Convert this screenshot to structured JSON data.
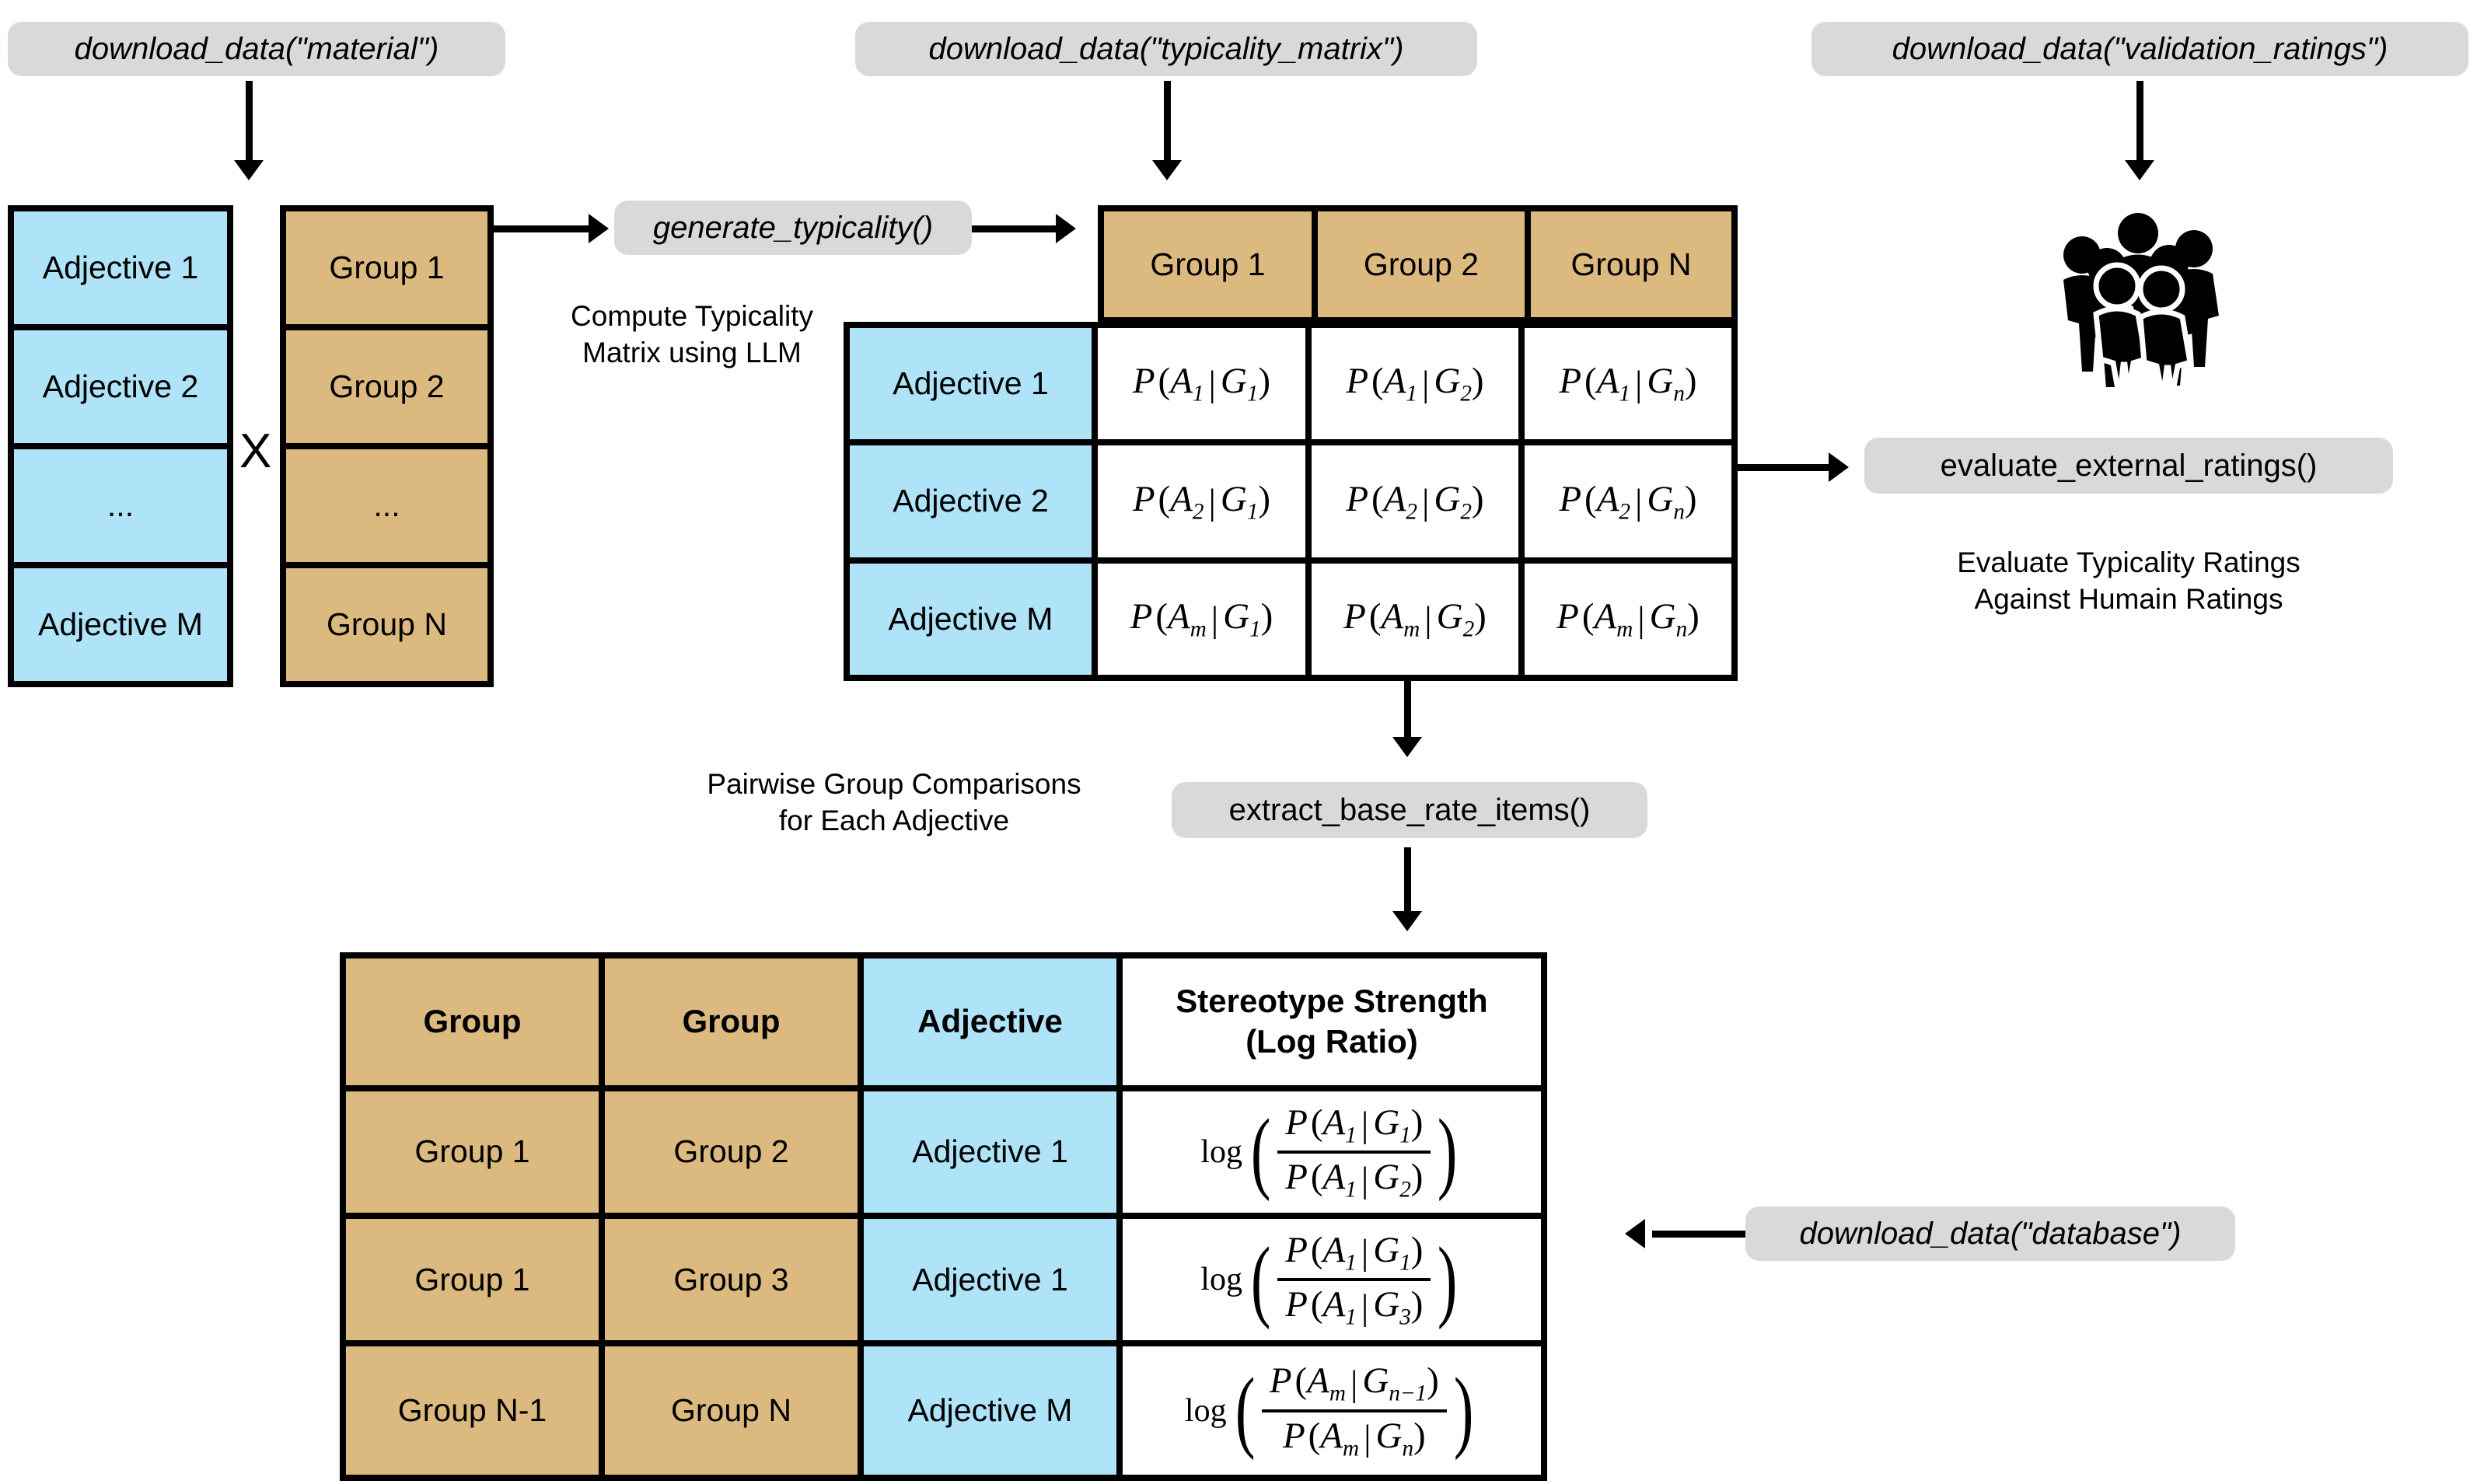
{
  "functions": {
    "download_material": "download_data(\"material\")",
    "download_typicality_matrix": "download_data(\"typicality_matrix\")",
    "download_validation_ratings": "download_data(\"validation_ratings\")",
    "download_database": "download_data(\"database\")",
    "generate_typicality": "generate_typicality()",
    "evaluate_external_ratings": "evaluate_external_ratings()",
    "extract_base_rate_items": "extract_base_rate_items()"
  },
  "captions": {
    "compute_typicality": "Compute Typicality\nMatrix using LLM",
    "evaluate_humans": "Evaluate Typicality Ratings\nAgainst Humain Ratings",
    "pairwise": "Pairwise Group Comparisons\nfor Each Adjective"
  },
  "adjective_stack": {
    "items": [
      "Adjective 1",
      "Adjective 2",
      "...",
      "Adjective M"
    ]
  },
  "group_stack": {
    "items": [
      "Group 1",
      "Group 2",
      "...",
      "Group N"
    ]
  },
  "cross_symbol": "X",
  "typicality_matrix": {
    "column_headers": [
      "Group 1",
      "Group 2",
      "Group N"
    ],
    "row_labels": [
      "Adjective 1",
      "Adjective 2",
      "Adjective M"
    ],
    "cells": [
      [
        {
          "a": "A",
          "asub": "1",
          "g": "G",
          "gsub": "1"
        },
        {
          "a": "A",
          "asub": "1",
          "g": "G",
          "gsub": "2"
        },
        {
          "a": "A",
          "asub": "1",
          "g": "G",
          "gsub": "n"
        }
      ],
      [
        {
          "a": "A",
          "asub": "2",
          "g": "G",
          "gsub": "1"
        },
        {
          "a": "A",
          "asub": "2",
          "g": "G",
          "gsub": "2"
        },
        {
          "a": "A",
          "asub": "2",
          "g": "G",
          "gsub": "n"
        }
      ],
      [
        {
          "a": "A",
          "asub": "m",
          "g": "G",
          "gsub": "1"
        },
        {
          "a": "A",
          "asub": "m",
          "g": "G",
          "gsub": "2"
        },
        {
          "a": "A",
          "asub": "m",
          "g": "G",
          "gsub": "n"
        }
      ]
    ]
  },
  "result_table": {
    "headers": [
      "Group",
      "Group",
      "Adjective",
      "Stereotype Strength\n(Log Ratio)"
    ],
    "rows": [
      {
        "group_a": "Group 1",
        "group_b": "Group 2",
        "adjective": "Adjective 1",
        "formula": {
          "log": "log",
          "num": {
            "a": "A",
            "asub": "1",
            "g": "G",
            "gsub": "1"
          },
          "den": {
            "a": "A",
            "asub": "1",
            "g": "G",
            "gsub": "2"
          }
        }
      },
      {
        "group_a": "Group 1",
        "group_b": "Group 3",
        "adjective": "Adjective 1",
        "formula": {
          "log": "log",
          "num": {
            "a": "A",
            "asub": "1",
            "g": "G",
            "gsub": "1"
          },
          "den": {
            "a": "A",
            "asub": "1",
            "g": "G",
            "gsub": "3"
          }
        }
      },
      {
        "group_a": "Group N-1",
        "group_b": "Group N",
        "adjective": "Adjective M",
        "formula": {
          "log": "log",
          "num": {
            "a": "A",
            "asub": "m",
            "g": "G",
            "gsub": "n−1"
          },
          "den": {
            "a": "A",
            "asub": "m",
            "g": "G",
            "gsub": "n"
          }
        }
      }
    ]
  },
  "colors": {
    "blue": "#aee3f8",
    "tan": "#dcba7f",
    "chip_grey": "#d9d9d9",
    "stroke": "#000000",
    "background": "#ffffff"
  },
  "icons": {
    "people": "people-group-icon"
  }
}
